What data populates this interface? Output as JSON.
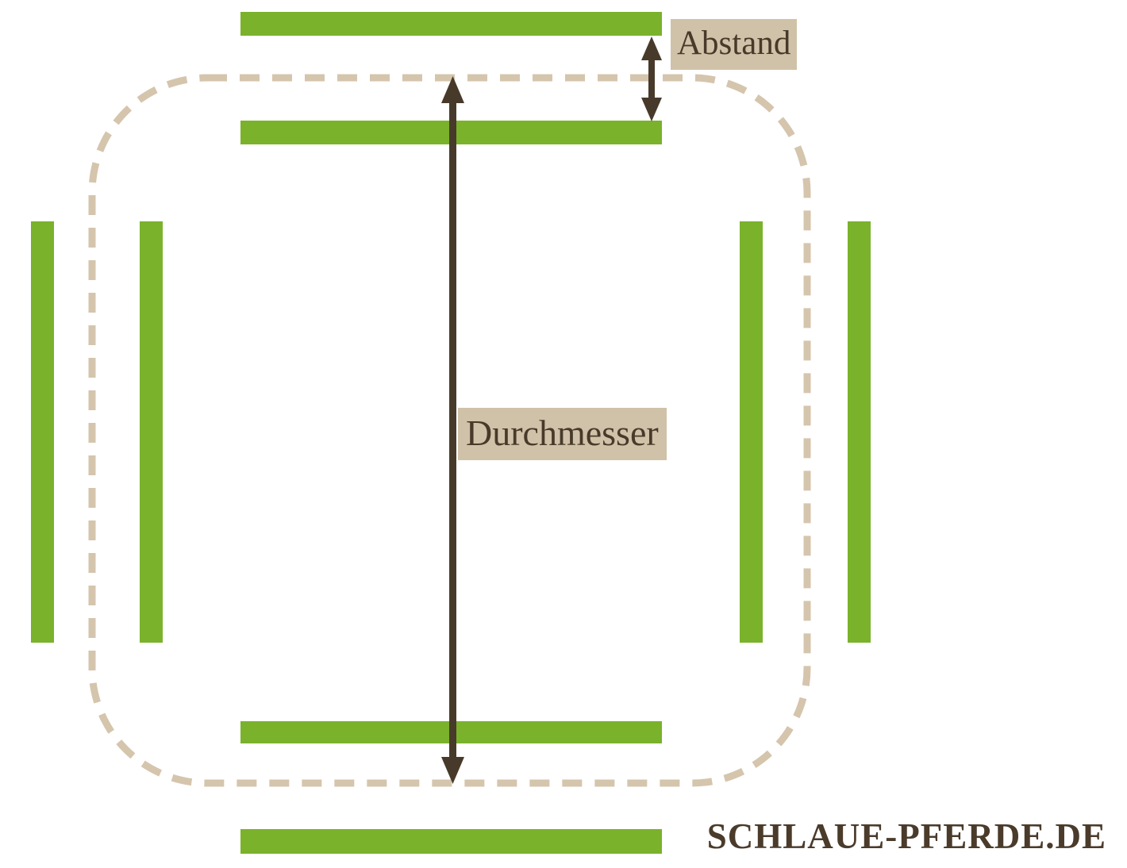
{
  "diagram": {
    "title_semantic": "ground-pole circle exercise diagram",
    "labels": {
      "distance": "Abstand",
      "diameter": "Durchmesser"
    },
    "watermark": "SCHLAUE-PFERDE.DE",
    "poles": [
      {
        "id": "pole-top-outer",
        "orientation": "horizontal",
        "position": "top outside circle"
      },
      {
        "id": "pole-top-inner",
        "orientation": "horizontal",
        "position": "top inside circle"
      },
      {
        "id": "pole-left-outer",
        "orientation": "vertical",
        "position": "left outside circle"
      },
      {
        "id": "pole-left-inner",
        "orientation": "vertical",
        "position": "left inside circle"
      },
      {
        "id": "pole-right-inner",
        "orientation": "vertical",
        "position": "right inside circle"
      },
      {
        "id": "pole-right-outer",
        "orientation": "vertical",
        "position": "right outside circle"
      },
      {
        "id": "pole-bottom-inner",
        "orientation": "horizontal",
        "position": "bottom inside circle"
      },
      {
        "id": "pole-bottom-outer",
        "orientation": "horizontal",
        "position": "bottom outside circle"
      }
    ],
    "colors": {
      "pole_green": "#7ab22b",
      "dashed_track": "#d5c5ad",
      "label_background": "#d0c2a8",
      "arrow_and_text_brown": "#483a2a",
      "watermark_brown": "#4a3b2b",
      "background": "#ffffff"
    }
  }
}
